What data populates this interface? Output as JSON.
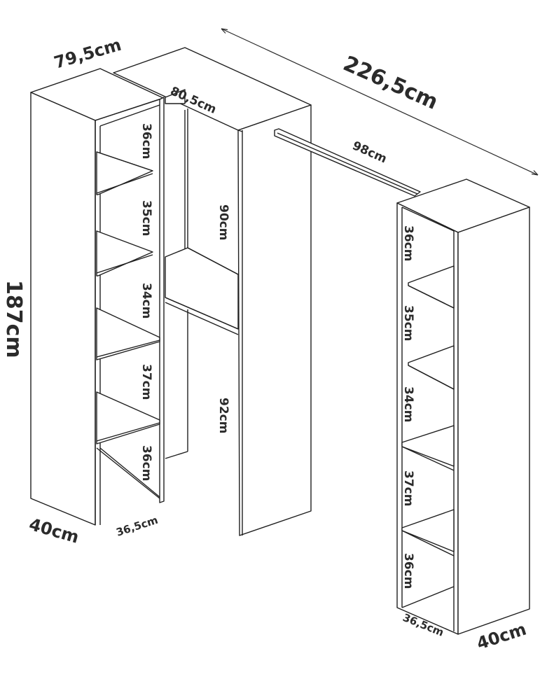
{
  "dimensions": {
    "overall_width": "226,5cm",
    "left_depth_top": "79,5cm",
    "middle_width": "80,5cm",
    "height": "187cm",
    "left_depth_bottom": "40cm",
    "left_inner_depth": "36,5cm",
    "rail_length": "98cm",
    "right_depth_bottom": "40cm",
    "right_inner_depth": "36,5cm",
    "hanging_upper": "90cm",
    "hanging_lower": "92cm"
  },
  "left_shelves": [
    "36cm",
    "35cm",
    "34cm",
    "37cm",
    "36cm"
  ],
  "right_shelves": [
    "36cm",
    "35cm",
    "34cm",
    "37cm",
    "36cm"
  ]
}
